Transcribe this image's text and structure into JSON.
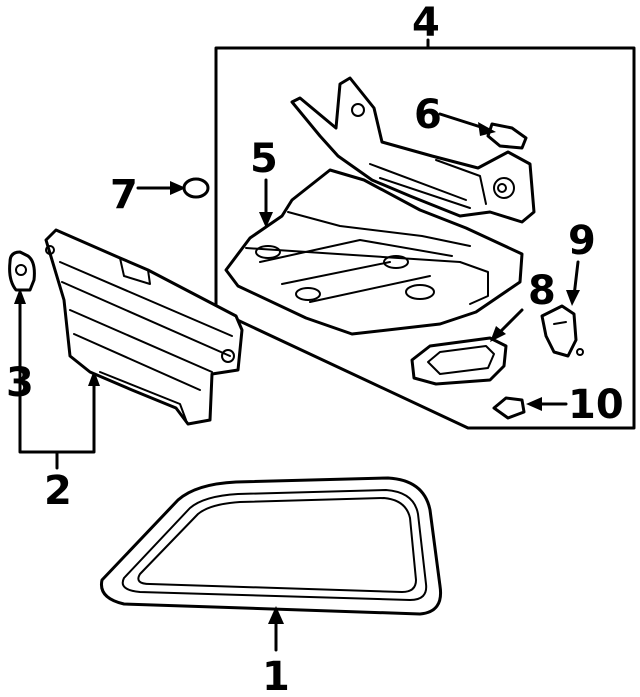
{
  "callouts": [
    "1",
    "2",
    "3",
    "4",
    "5",
    "6",
    "7",
    "8",
    "9",
    "10"
  ],
  "colors": {
    "ink": "#000000",
    "background": "#ffffff"
  }
}
